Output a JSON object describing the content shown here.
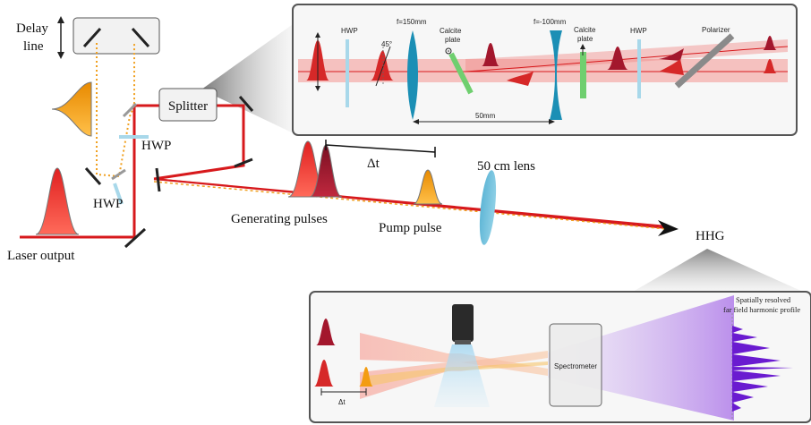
{
  "main": {
    "delay_line": [
      "Delay",
      "line"
    ],
    "splitter": "Splitter",
    "hwp_upper": "HWP",
    "hwp_lower": "HWP",
    "laser_output": "Laser output",
    "generating_pulses": "Generating pulses",
    "pump_pulse": "Pump pulse",
    "delta_t": "Δt",
    "lens": "50 cm lens",
    "hhg": "HHG"
  },
  "upper_inset": {
    "hwp_left": "HWP",
    "angle": "45°",
    "lens1": "f=150mm",
    "calcite1": [
      "Calcite",
      "plate"
    ],
    "lens2": "f=-100mm",
    "calcite2": [
      "Calcite",
      "plate"
    ],
    "hwp_right": "HWP",
    "polarizer": "Polarizer",
    "distance": "50mm"
  },
  "lower_inset": {
    "spectrometer": "Spectrometer",
    "profile_label": [
      "Spatially resolved",
      "far field harmonic profile"
    ],
    "delta_t": "Δt"
  },
  "colors": {
    "beam": "#d7191c",
    "pump": "#f39c12",
    "pulse_red": "#e53935",
    "pulse_dark": "#a3172d",
    "hwp": "#a8d8ea",
    "lens": "#1b8fb5",
    "calcite": "#6fcf6f",
    "harmonic": "#8a2be2"
  }
}
